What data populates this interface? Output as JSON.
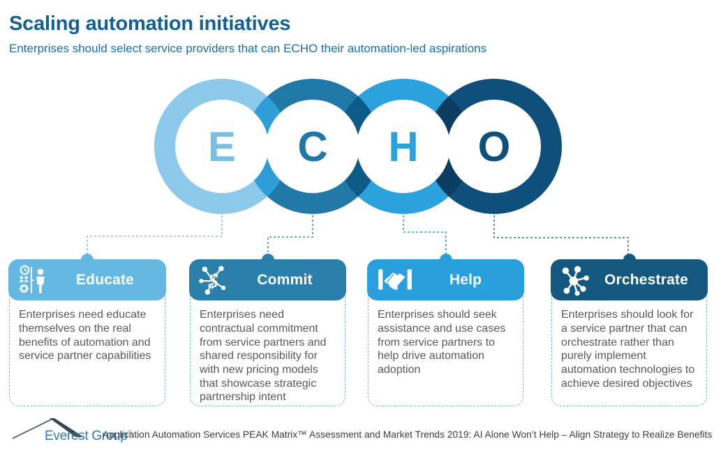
{
  "page": {
    "title": "Scaling automation initiatives",
    "subtitle": "Enterprises should select service providers that can ECHO their automation-led aspirations"
  },
  "echo": {
    "letters": [
      "E",
      "C",
      "H",
      "O"
    ],
    "ring_colors": [
      "#8DC9EA",
      "#2179A7",
      "#2BA2DC",
      "#0E4F7C"
    ],
    "overlap_colors": [
      "#2E9DD8",
      "#0C5A88",
      "#0B3D60"
    ],
    "letter_colors": [
      "#79BFE6",
      "#2078A5",
      "#2BA2DC",
      "#0E4F7C"
    ]
  },
  "cards": [
    {
      "title": "Educate",
      "icon": "clock-people-gear-person-icon",
      "header_color": "#64B8E2",
      "body": "Enterprises need educate themselves on the real benefits of automation and service partner capabilities"
    },
    {
      "title": "Commit",
      "icon": "dollar-network-icon",
      "icon_glyph": "$",
      "header_color": "#2A80AB",
      "body": "Enterprises need contractual commitment from service partners and shared responsibility for with new pricing models that showcase strategic partnership intent"
    },
    {
      "title": "Help",
      "icon": "handshake-icon",
      "header_color": "#29A0DB",
      "body": "Enterprises should seek assistance and use cases from service partners to help drive automation adoption"
    },
    {
      "title": "Orchestrate",
      "icon": "network-nodes-icon",
      "header_color": "#14577F",
      "body": "Enterprises should look for a service partner that can orchestrate rather than purely implement automation technologies to achieve desired objectives"
    }
  ],
  "footer": {
    "logo_text": "Everest Group",
    "registered_mark": "®",
    "text": "Application Automation Services PEAK Matrix™ Assessment and Market Trends 2019: AI Alone Won’t Help – Align Strategy to Realize Benefits"
  }
}
